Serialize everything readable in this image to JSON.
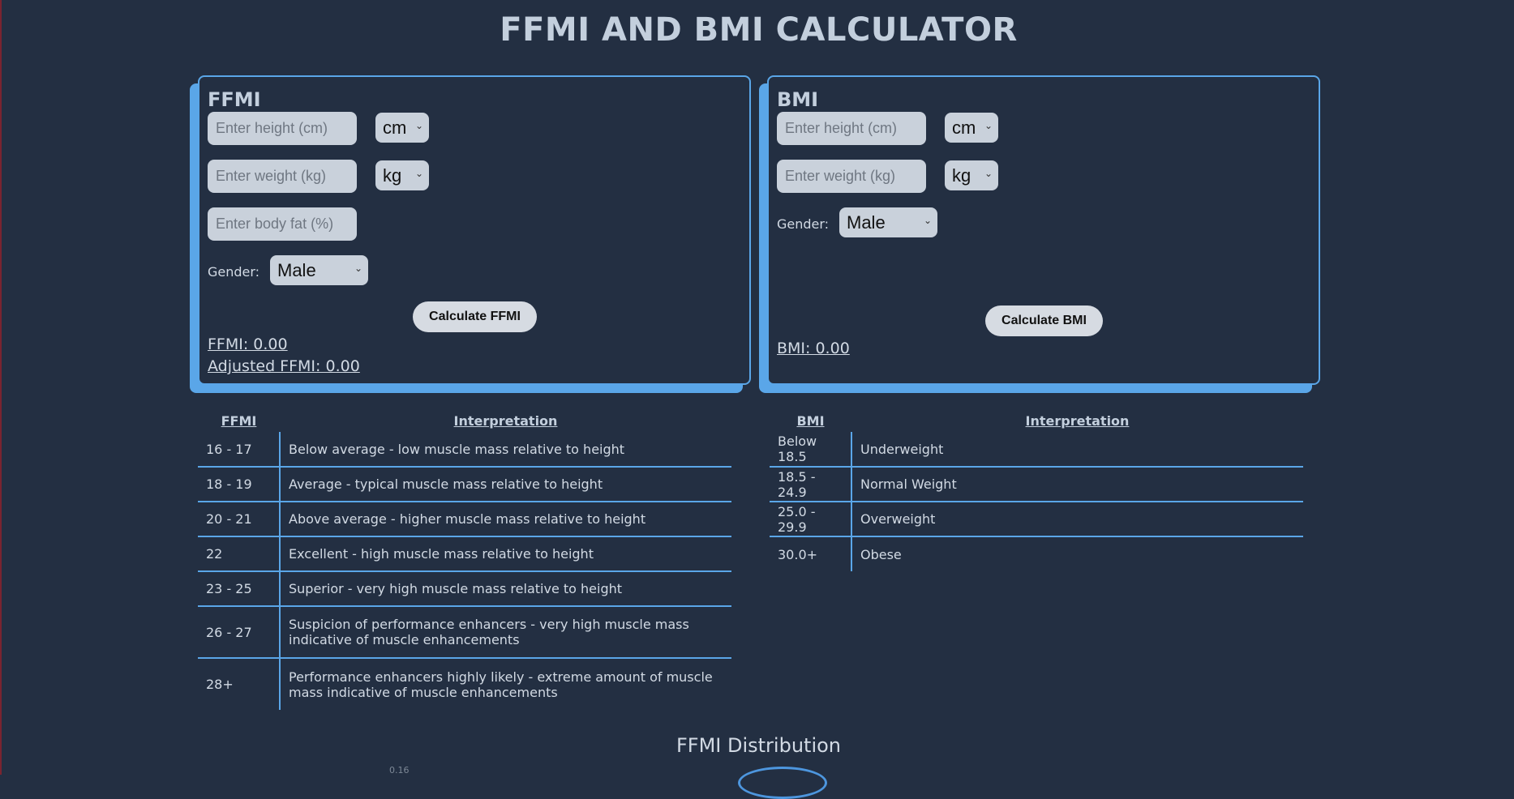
{
  "title": "FFMI AND BMI CALCULATOR",
  "ffmi_card": {
    "title": "FFMI",
    "height_placeholder": "Enter height (cm)",
    "height_unit": "cm",
    "weight_placeholder": "Enter weight (kg)",
    "weight_unit": "kg",
    "bodyfat_placeholder": "Enter body fat (%)",
    "gender_label": "Gender:",
    "gender_value": "Male",
    "calc_button": "Calculate FFMI",
    "result_ffmi": "FFMI: 0.00",
    "result_adjusted": "Adjusted FFMI: 0.00"
  },
  "bmi_card": {
    "title": "BMI",
    "height_placeholder": "Enter height (cm)",
    "height_unit": "cm",
    "weight_placeholder": "Enter weight (kg)",
    "weight_unit": "kg",
    "gender_label": "Gender:",
    "gender_value": "Male",
    "calc_button": "Calculate BMI",
    "result_bmi": "BMI: 0.00"
  },
  "ffmi_table": {
    "headers": [
      "FFMI",
      "Interpretation"
    ],
    "rows": [
      [
        "16 - 17",
        "Below average - low muscle mass relative to height"
      ],
      [
        "18 - 19",
        "Average - typical muscle mass relative to height"
      ],
      [
        "20 - 21",
        "Above average - higher muscle mass relative to height"
      ],
      [
        "22",
        "Excellent - high muscle mass relative to height"
      ],
      [
        "23 - 25",
        "Superior - very high muscle mass relative to height"
      ],
      [
        "26 - 27",
        "Suspicion of performance enhancers - very high muscle mass indicative of muscle enhancements"
      ],
      [
        "28+",
        "Performance enhancers highly likely - extreme amount of muscle mass indicative of muscle enhancements"
      ]
    ]
  },
  "bmi_table": {
    "headers": [
      "BMI",
      "Interpretation"
    ],
    "rows": [
      [
        "Below 18.5",
        "Underweight"
      ],
      [
        "18.5 - 24.9",
        "Normal Weight"
      ],
      [
        "25.0 - 29.9",
        "Overweight"
      ],
      [
        "30.0+",
        "Obese"
      ]
    ]
  },
  "distribution": {
    "title": "FFMI Distribution",
    "top_tick": "0.16"
  },
  "colors": {
    "background": "#232f42",
    "accent": "#5aa6e8",
    "input_bg": "#c9d1db"
  }
}
